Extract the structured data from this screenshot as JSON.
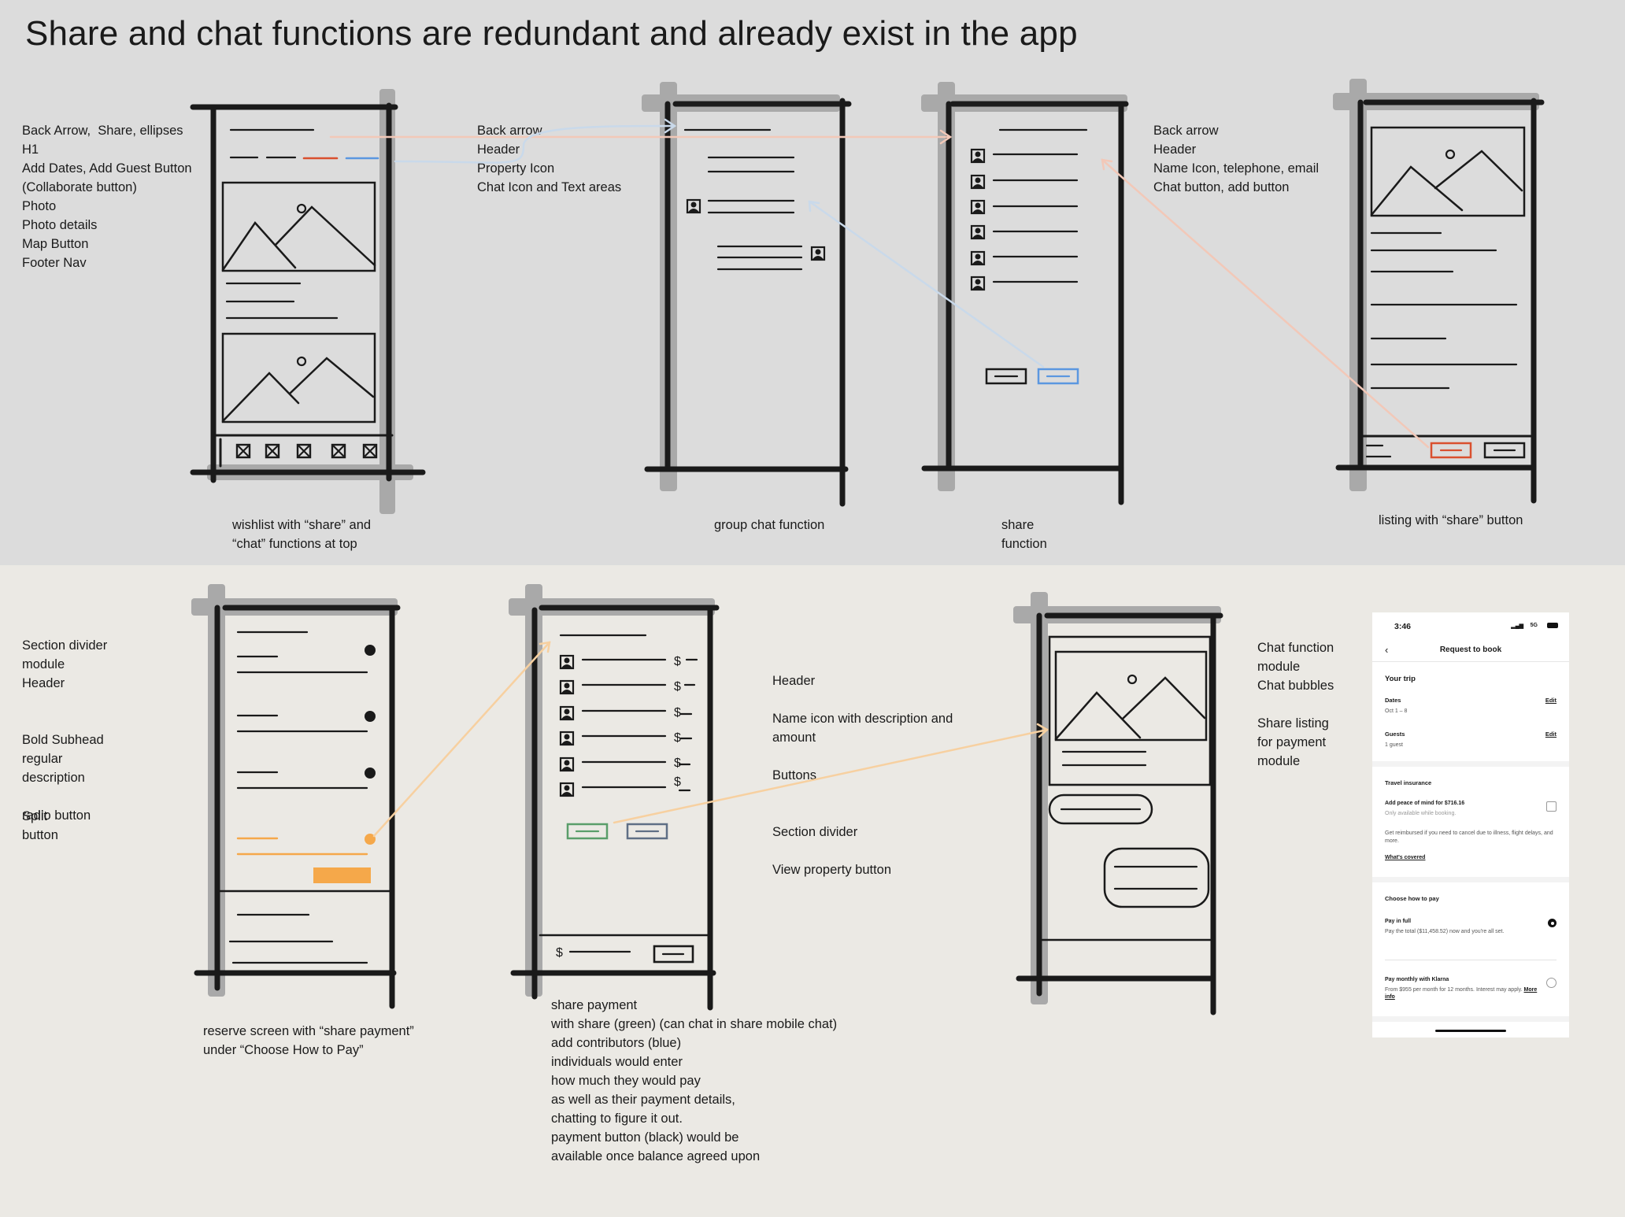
{
  "title": "Share and chat functions are redundant and already exist in the app",
  "notes": {
    "wishlist_parts": [
      "Back Arrow,  Share, ellipses",
      "H1",
      "Add Dates, Add Guest Button",
      "(Collaborate button)",
      "Photo",
      "Photo details",
      "Map Button",
      "Footer Nav"
    ],
    "group_chat_parts": [
      "Back arrow",
      "Header",
      "Property Icon",
      "Chat Icon and Text areas"
    ],
    "share_parts": [
      "Back arrow",
      "Header",
      "Name Icon, telephone, email",
      "Chat button, add button"
    ],
    "reserve_parts": [
      "Section divider",
      "module",
      "Header",
      "",
      "",
      "Bold Subhead",
      "regular",
      "description",
      "",
      "radio button",
      "",
      ""
    ],
    "reserve_split": [
      "Split",
      "button"
    ],
    "share_payment_parts": [
      "Header",
      "",
      "Name icon with description and",
      "amount",
      "",
      "Buttons",
      "",
      "",
      "Section divider",
      "",
      "View property button"
    ],
    "chat_listing_parts": [
      "Chat function",
      "module",
      "Chat bubbles",
      "",
      "Share listing",
      "for payment",
      "module"
    ]
  },
  "captions": {
    "wishlist": [
      "wishlist with “share” and",
      "“chat” functions at top"
    ],
    "group_chat": [
      "group chat function"
    ],
    "share": [
      "share",
      "function"
    ],
    "listing": [
      "listing with “share” button"
    ],
    "reserve": [
      "reserve screen with “share payment”",
      "under “Choose How to Pay”"
    ],
    "share_payment": [
      "share payment",
      "with share (green) (can chat in share mobile chat)",
      "add contributors (blue)",
      "",
      "individuals would enter",
      "how much they would pay",
      "as well as their payment details,",
      "chatting to figure it out.",
      "payment button (black) would be",
      "available once balance agreed upon"
    ]
  },
  "sketch_symbols": {
    "currency": "$"
  },
  "colors": {
    "top_band": "#dcdcdc",
    "bottom_band": "#ebe9e4",
    "orange": "#f5a84a",
    "red": "#d9502f",
    "blue": "#5b97e0",
    "green": "#5a9e6a",
    "slate": "#5f6f85"
  },
  "phone": {
    "status_time": "3:46",
    "network": "5G",
    "header_title": "Request to book",
    "trip_title": "Your trip",
    "dates_label": "Dates",
    "dates_value": "Oct 1 – 8",
    "guests_label": "Guests",
    "guests_value": "1 guest",
    "edit_label": "Edit",
    "insurance_title": "Travel insurance",
    "insurance_offer": "Add peace of mind for $716.16",
    "insurance_note": "Only available while booking.",
    "insurance_desc": "Get reimbursed if you need to cancel due to illness, flight delays, and more.",
    "insurance_link": "What's covered",
    "pay_title": "Choose how to pay",
    "pay_full_label": "Pay in full",
    "pay_full_desc": "Pay the total ($11,458.52) now and you're all set.",
    "pay_klarna_label": "Pay monthly with Klarna",
    "pay_klarna_desc": "From $955 per month for 12 months. Interest may apply.",
    "pay_klarna_link": "More info"
  }
}
